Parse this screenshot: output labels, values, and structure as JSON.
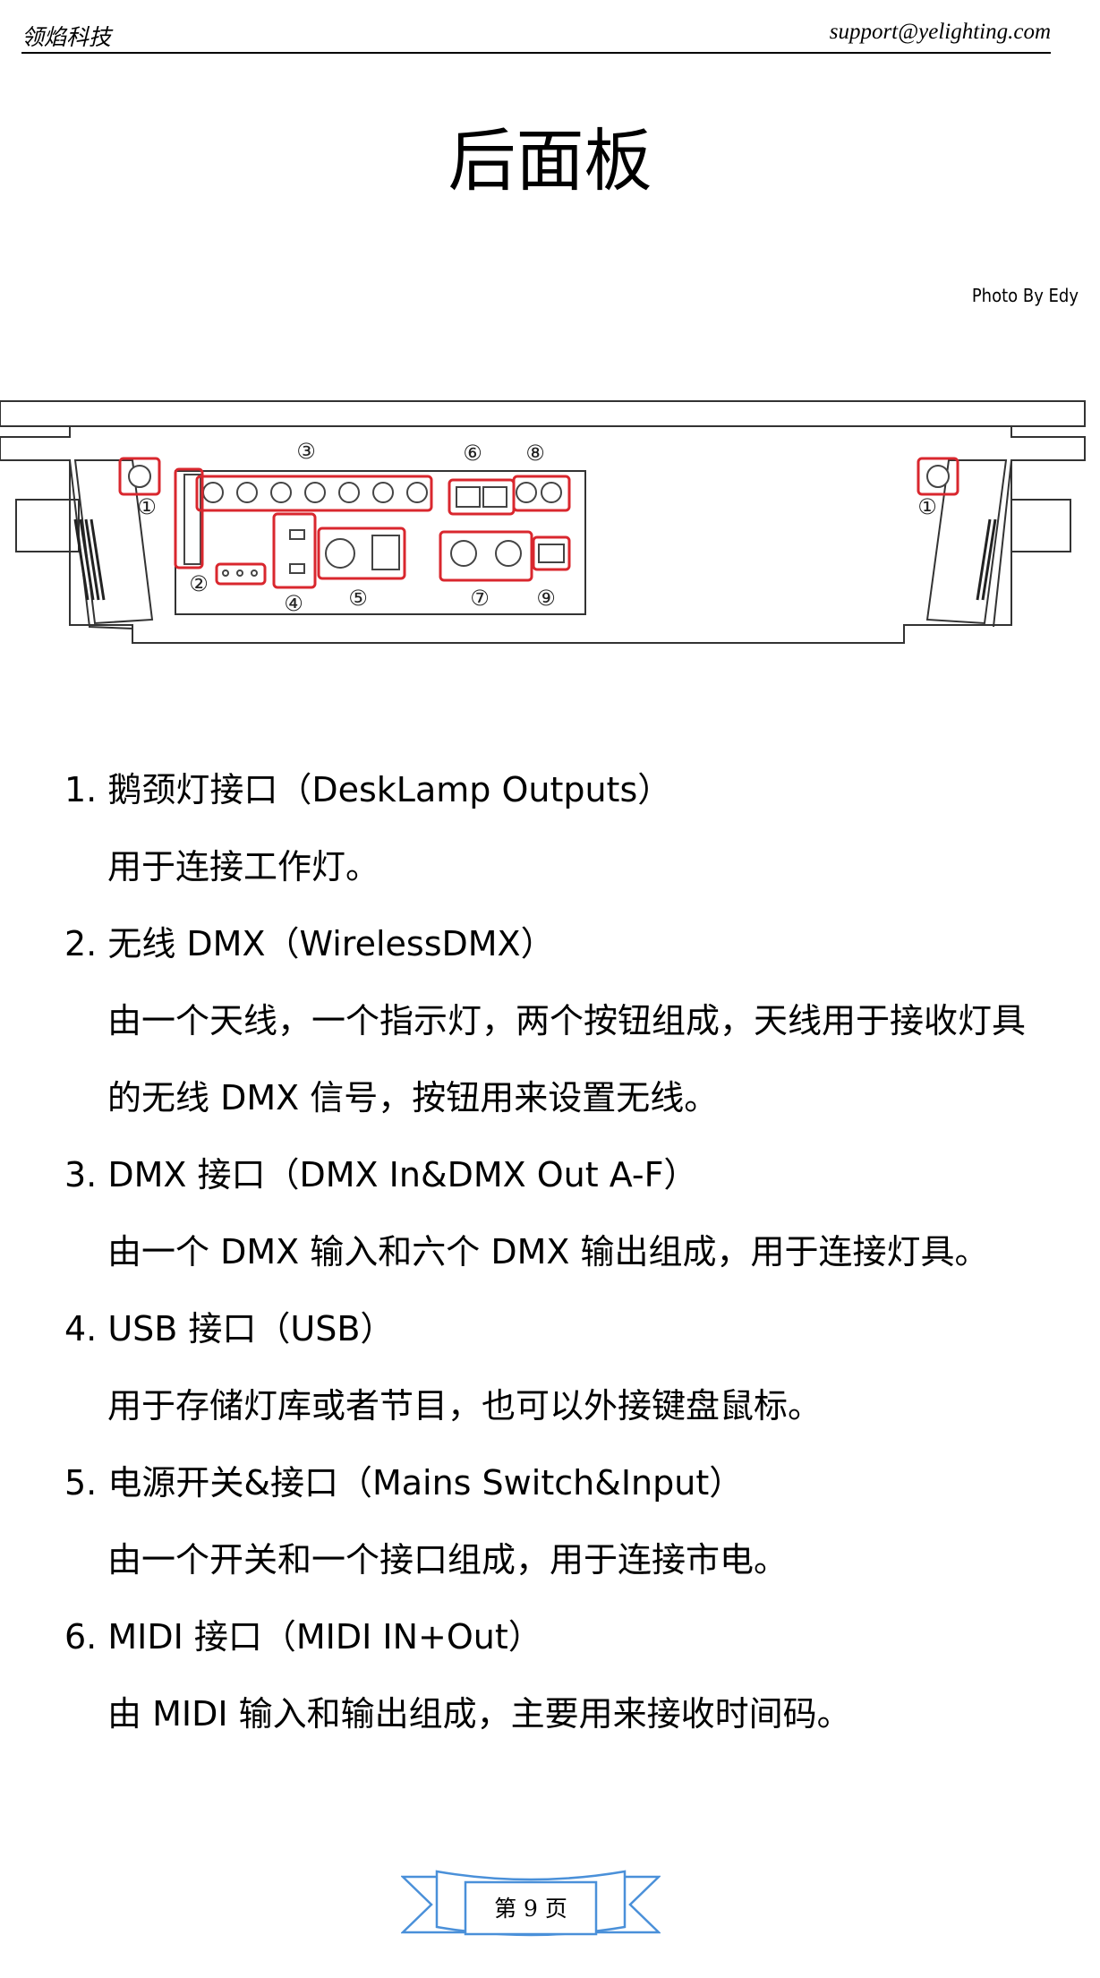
{
  "header": {
    "brand": "领焰科技",
    "email": "support@yelighting.com"
  },
  "title": "后面板",
  "photo_credit": "Photo By Edy",
  "diagram": {
    "callouts": [
      "①",
      "②",
      "③",
      "④",
      "⑤",
      "⑥",
      "⑦",
      "⑧",
      "⑨",
      "①"
    ],
    "highlight_color": "#d9272e"
  },
  "items": [
    {
      "title": "1. 鹅颈灯接口（DeskLamp Outputs）",
      "desc": [
        "用于连接工作灯。"
      ]
    },
    {
      "title": "2. 无线 DMX（WirelessDMX）",
      "desc": [
        "由一个天线，一个指示灯，两个按钮组成，天线用于接收灯具",
        "的无线 DMX 信号，按钮用来设置无线。"
      ]
    },
    {
      "title": "3. DMX 接口（DMX In&DMX Out A-F）",
      "desc": [
        "由一个 DMX  输入和六个 DMX 输出组成，用于连接灯具。"
      ]
    },
    {
      "title": "4. USB 接口（USB）",
      "desc": [
        "用于存储灯库或者节目，也可以外接键盘鼠标。"
      ]
    },
    {
      "title": "5. 电源开关&接口（Mains Switch&Input）",
      "desc": [
        "由一个开关和一个接口组成，用于连接市电。"
      ]
    },
    {
      "title": "6. MIDI 接口（MIDI IN+Out）",
      "desc": [
        "由 MIDI 输入和输出组成，主要用来接收时间码。"
      ]
    }
  ],
  "footer": {
    "page_label": "第 9  页",
    "ribbon_color": "#4a90d9"
  }
}
